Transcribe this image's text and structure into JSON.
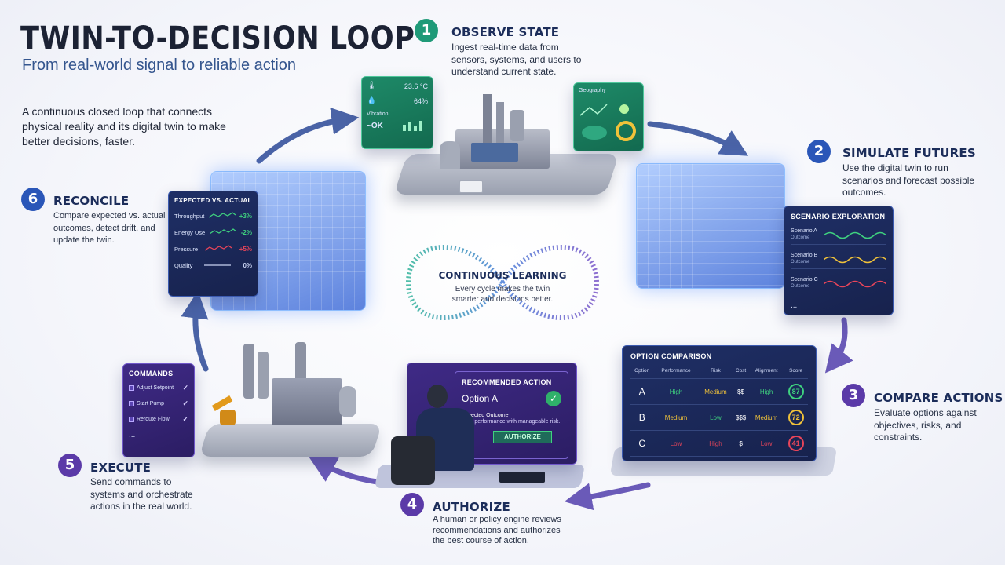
{
  "header": {
    "title": "TWIN-TO-DECISION LOOP",
    "subtitle": "From real-world signal to reliable action",
    "intro": "A continuous closed loop that connects physical reality and its digital twin to make better decisions, faster."
  },
  "steps": [
    {
      "num": "1",
      "title": "OBSERVE STATE",
      "desc": "Ingest real-time data from sensors, systems, and users to understand current state.",
      "color": "#1f9a78"
    },
    {
      "num": "2",
      "title": "SIMULATE FUTURES",
      "desc": "Use the digital twin to run scenarios and forecast possible outcomes.",
      "color": "#2a56b8"
    },
    {
      "num": "3",
      "title": "COMPARE ACTIONS",
      "desc": "Evaluate options against objectives, risks, and constraints.",
      "color": "#5b3aa8"
    },
    {
      "num": "4",
      "title": "AUTHORIZE",
      "desc": "A human or policy engine reviews recommendations and authorizes the best course of action.",
      "color": "#5b3aa8"
    },
    {
      "num": "5",
      "title": "EXECUTE",
      "desc": "Send commands to systems and orchestrate actions in the real world.",
      "color": "#5b3aa8"
    },
    {
      "num": "6",
      "title": "RECONCILE",
      "desc": "Compare expected vs. actual outcomes, detect drift, and update the twin.",
      "color": "#2a56b8"
    }
  ],
  "center": {
    "title": "CONTINUOUS LEARNING",
    "desc": "Every cycle makes the twin smarter and decisions better."
  },
  "observe_panel": {
    "temp": "23.6 °C",
    "humidity": "64%",
    "vibration_label": "Vibration",
    "vibration_value": "~OK",
    "right_header": "Geography"
  },
  "reconcile_panel": {
    "title": "EXPECTED vs. ACTUAL",
    "rows": [
      {
        "label": "Throughput",
        "value": "+3%",
        "status": "good"
      },
      {
        "label": "Energy Use",
        "value": "-2%",
        "status": "good"
      },
      {
        "label": "Pressure",
        "value": "+5%",
        "status": "bad"
      },
      {
        "label": "Quality",
        "value": "0%",
        "status": "neutral"
      }
    ]
  },
  "scenario_panel": {
    "title": "SCENARIO EXPLORATION",
    "rows": [
      {
        "label": "Scenario A",
        "sub": "Outcome",
        "color": "#3fd17f"
      },
      {
        "label": "Scenario B",
        "sub": "Outcome",
        "color": "#f0c23a"
      },
      {
        "label": "Scenario C",
        "sub": "Outcome",
        "color": "#e8455a"
      }
    ],
    "more": "..."
  },
  "option_panel": {
    "title": "OPTION COMPARISON",
    "headers": [
      "Option",
      "Performance",
      "Risk",
      "Cost",
      "Alignment",
      "Score"
    ],
    "rows": [
      {
        "option": "A",
        "performance": "High",
        "risk": "Medium",
        "cost": "$$",
        "alignment": "High",
        "score": "87"
      },
      {
        "option": "B",
        "performance": "Medium",
        "risk": "Low",
        "cost": "$$$",
        "alignment": "Medium",
        "score": "72"
      },
      {
        "option": "C",
        "performance": "Low",
        "risk": "High",
        "cost": "$",
        "alignment": "Low",
        "score": "41"
      }
    ]
  },
  "authorize_panel": {
    "title": "RECOMMENDED ACTION",
    "option": "Option A",
    "outcome_label": "Expected Outcome",
    "outcome_desc": "High performance with manageable risk.",
    "button": "AUTHORIZE"
  },
  "commands_panel": {
    "title": "COMMANDS",
    "items": [
      "Adjust Setpoint",
      "Start Pump",
      "Reroute Flow"
    ],
    "more": "..."
  },
  "colors": {
    "good": "#3fd17f",
    "medium": "#f0c23a",
    "bad": "#e8455a",
    "navy": "#1c2d5a"
  }
}
